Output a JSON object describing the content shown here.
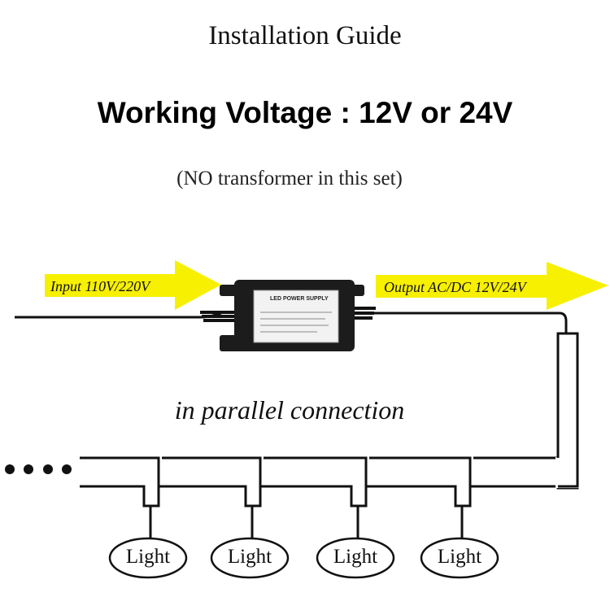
{
  "header": {
    "title": "Installation Guide",
    "voltage": "Working Voltage : 12V or 24V",
    "note": "(NO transformer in this set)"
  },
  "diagram": {
    "input_label": "Input 110V/220V",
    "output_label": "Output AC/DC 12V/24V",
    "power_supply_label": "LED POWER SUPPLY",
    "connection_label": "in parallel connection",
    "lights": [
      "Light",
      "Light",
      "Light",
      "Light"
    ],
    "colors": {
      "arrow": "#f7f000",
      "wire": "#111111",
      "psu_body": "#1c1c1c",
      "psu_label": "#f2f2f2"
    }
  }
}
